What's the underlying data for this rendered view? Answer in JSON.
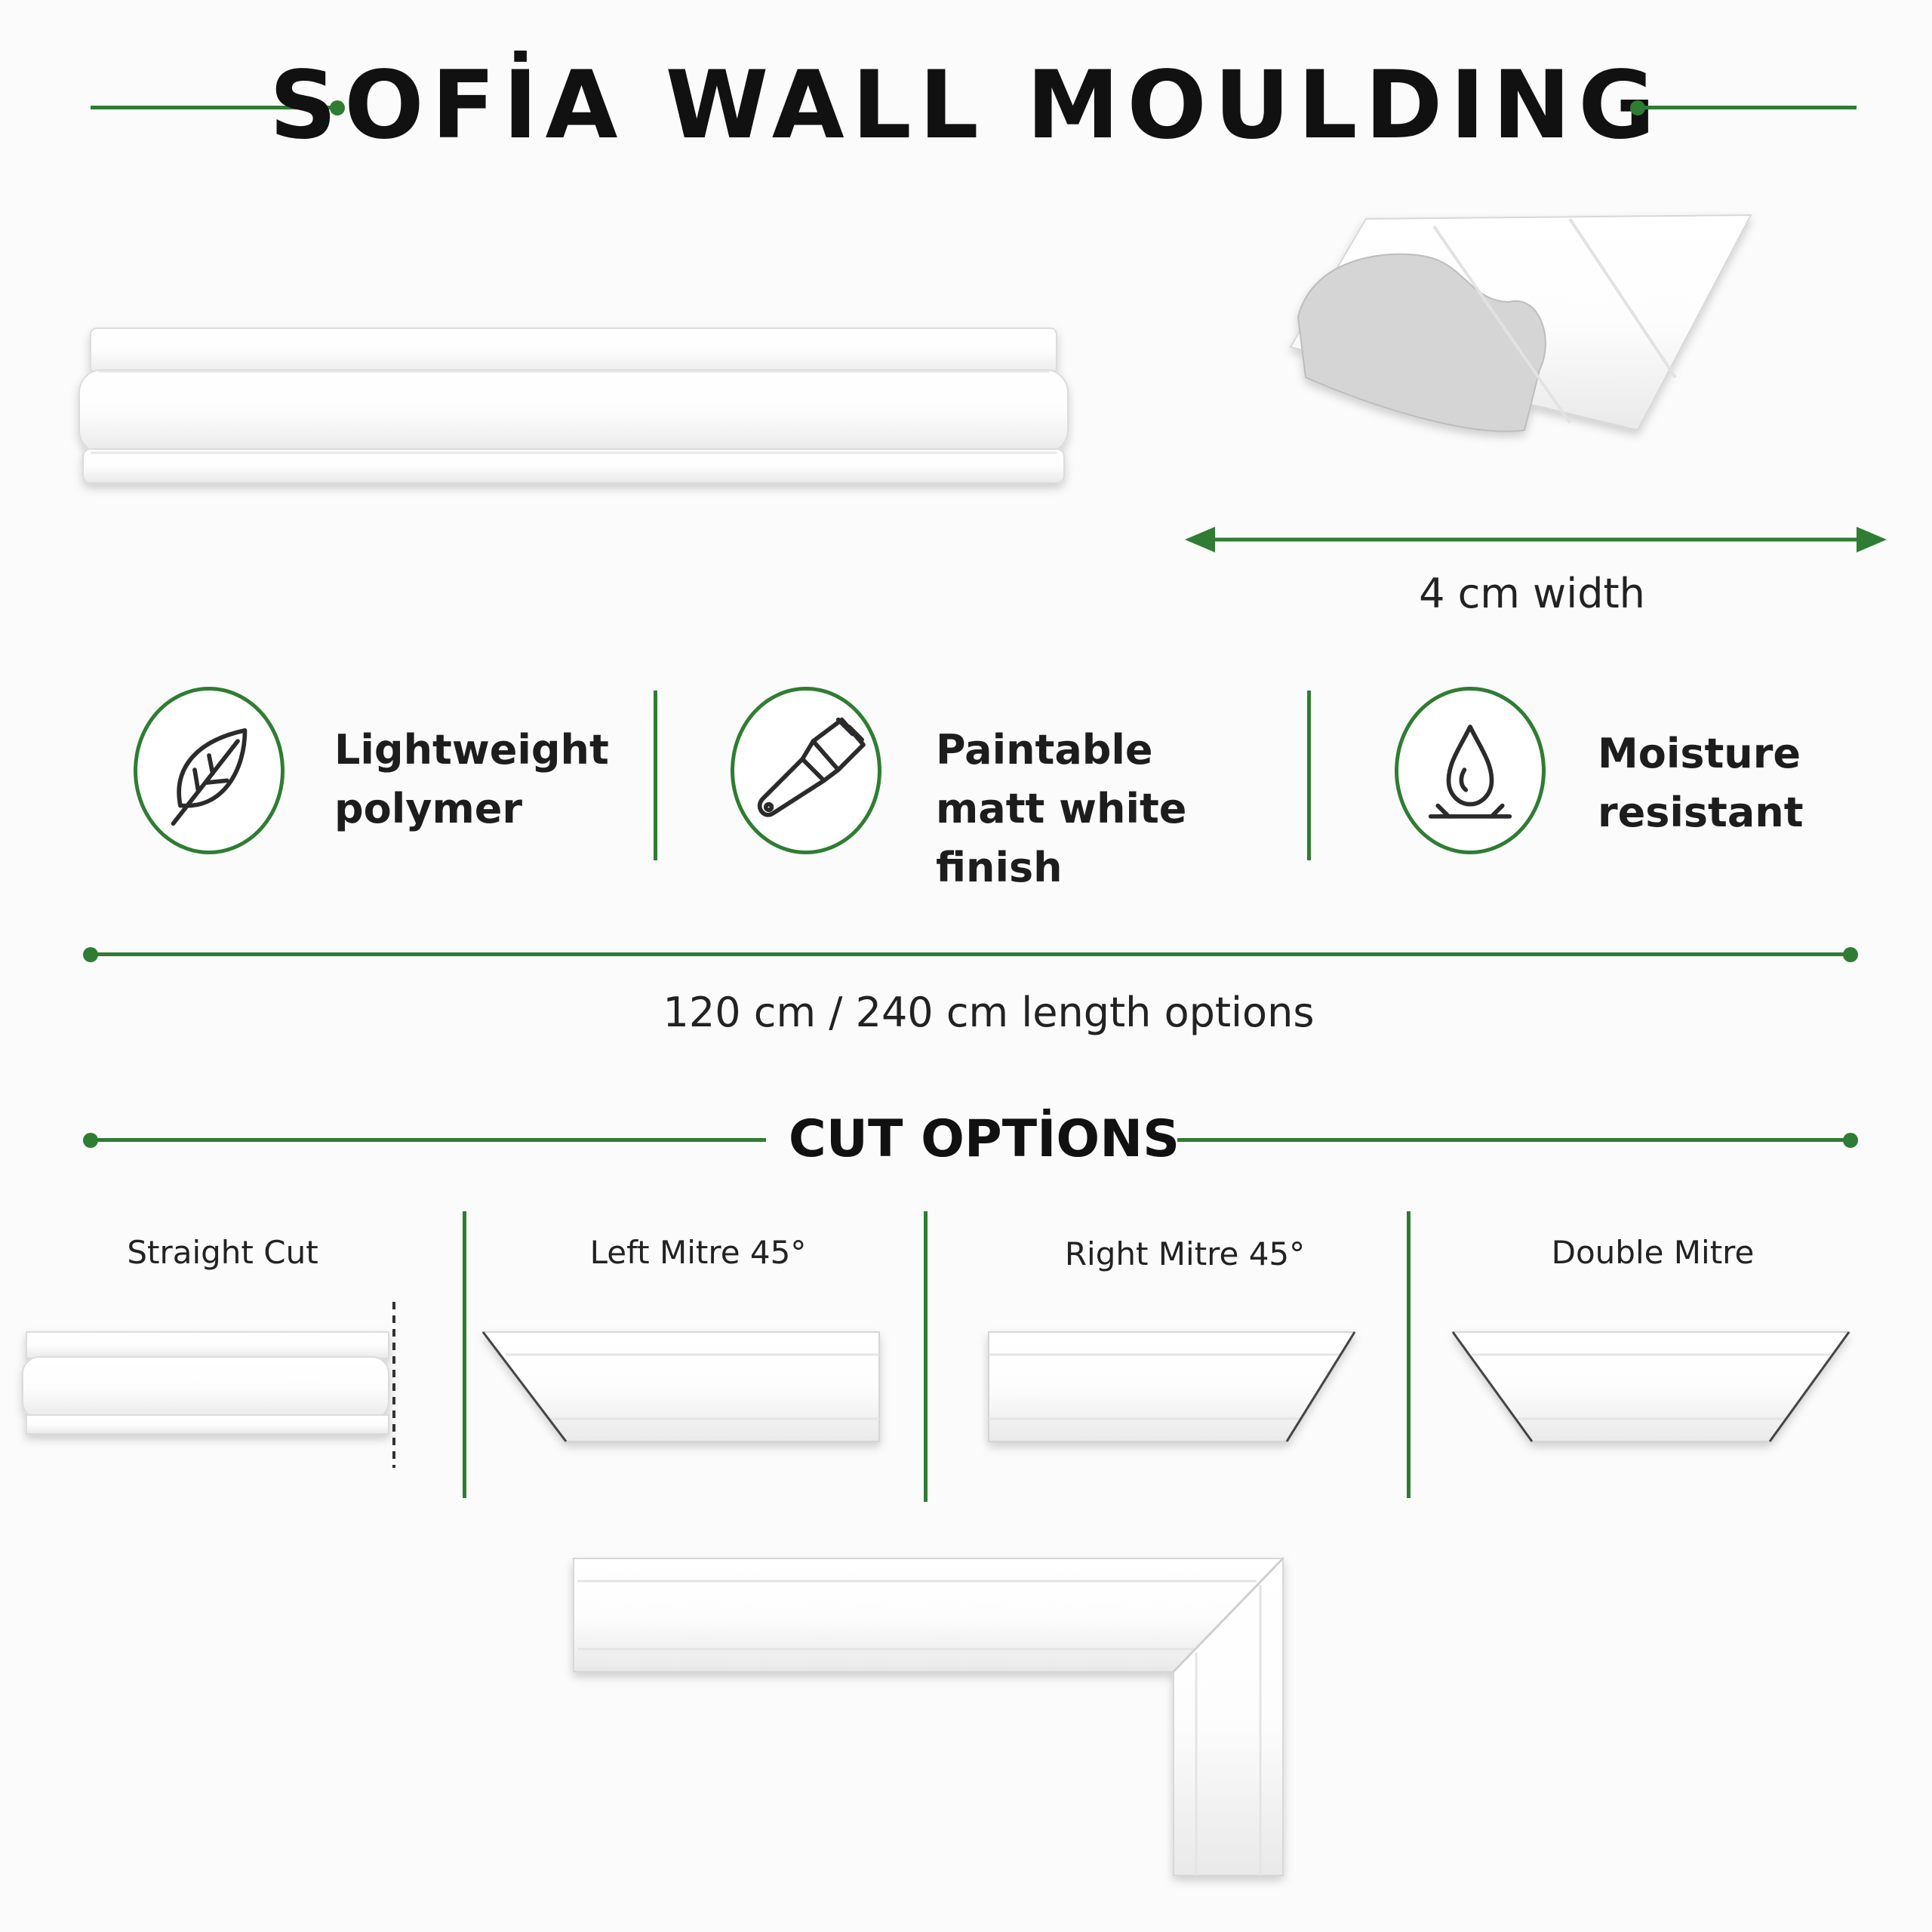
{
  "title": "SOFİA WALL MOULDING",
  "width_label": "4 cm width",
  "features": [
    {
      "icon": "leaf-icon",
      "label": "Lightweight polymer"
    },
    {
      "icon": "paintbrush-icon",
      "label": "Paintable matt white finish"
    },
    {
      "icon": "water-drop-icon",
      "label": "Moisture resistant"
    }
  ],
  "length_label": "120 cm / 240 cm length options",
  "cut_options": {
    "title": "CUT OPTİONS",
    "items": [
      {
        "label": "Straight Cut"
      },
      {
        "label": "Left Mitre 45°"
      },
      {
        "label": "Right Mitre 45°"
      },
      {
        "label": "Double Mitre"
      }
    ]
  },
  "colors": {
    "accent": "#2e7d32",
    "moulding": "#ffffff",
    "text": "#1d1d1d"
  }
}
